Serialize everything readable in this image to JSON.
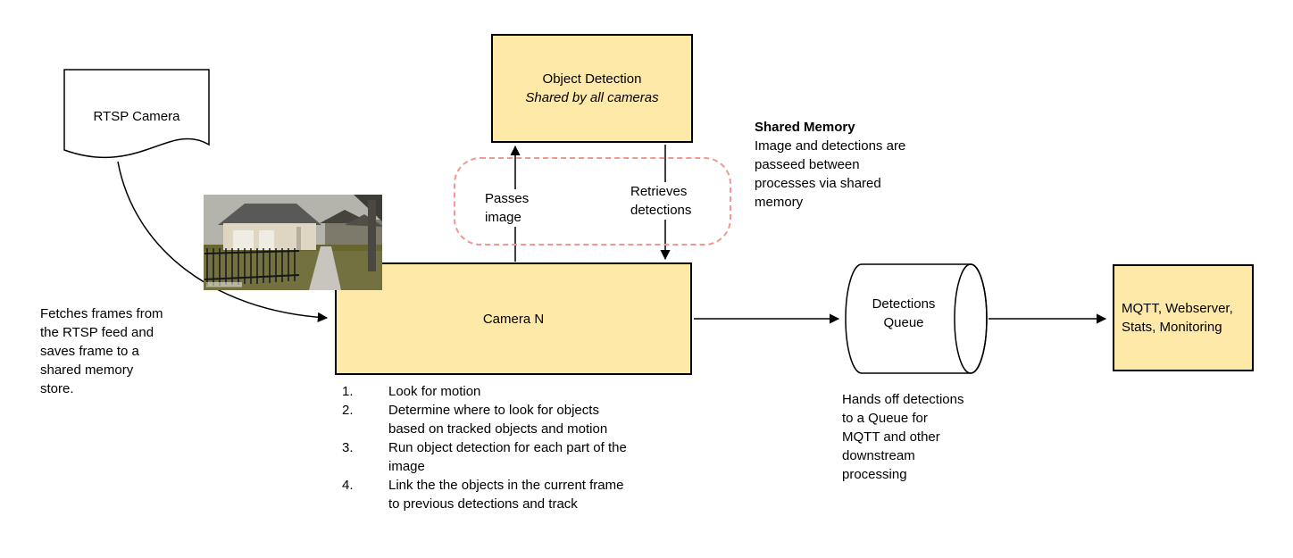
{
  "colors": {
    "box_fill": "#FFE9A9",
    "box_border": "#000000",
    "dashed_border": "#F2998E"
  },
  "rtsp": {
    "label": "RTSP Camera"
  },
  "fetch_note": "Fetches frames from\nthe RTSP feed and\nsaves frame to a\nshared memory\nstore.",
  "object_detection": {
    "title": "Object Detection",
    "subtitle": "Shared by all cameras"
  },
  "edges": {
    "passes_image": "Passes\nimage",
    "retrieves_detections": "Retrieves\ndetections"
  },
  "shared_memory": {
    "title": "Shared Memory",
    "body": "Image and detections are\npasseed between\nprocesses via shared\nmemory"
  },
  "camera": {
    "label": "Camera N"
  },
  "camera_steps": [
    {
      "num": "1.",
      "text": "Look for motion"
    },
    {
      "num": "2.",
      "text": "Determine where to look for objects\nbased on tracked objects and motion"
    },
    {
      "num": "3.",
      "text": "Run object detection for each part of the\nimage"
    },
    {
      "num": "4.",
      "text": "Link the the objects in the current frame\nto previous detections and track"
    }
  ],
  "queue": {
    "label": "Detections\nQueue",
    "note": "Hands off detections\nto a Queue for\nMQTT and other\ndownstream\nprocessing"
  },
  "outputs": {
    "label": "MQTT, Webserver,\nStats, Monitoring"
  }
}
